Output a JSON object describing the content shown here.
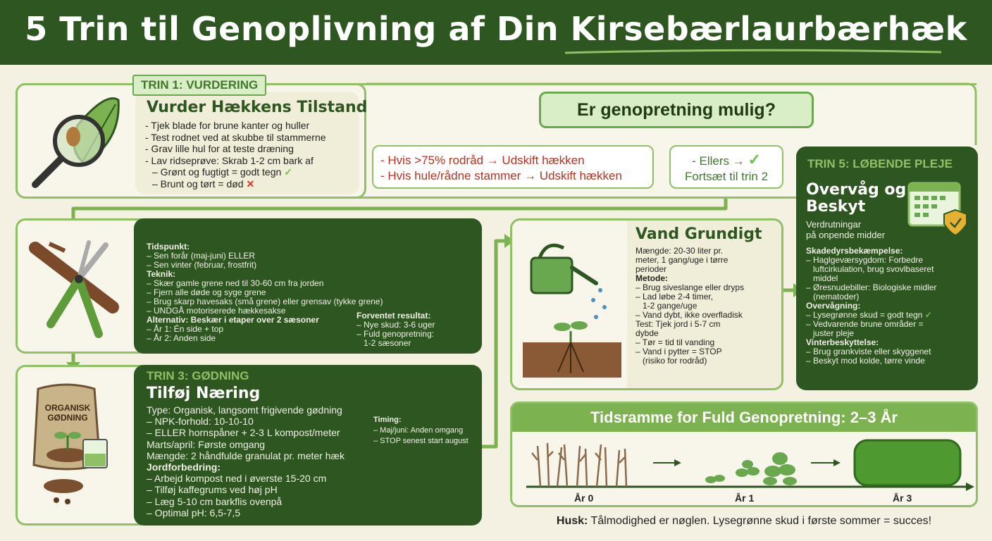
{
  "header": {
    "title": "5 Trin til Genoplivning af Din Kirsebærlaurbærhæk"
  },
  "step1": {
    "tag": "TRIN 1: VURDERING",
    "title": "Vurder Hækkens Tilstand",
    "lines": [
      "- Tjek blade for brune kanter og huller",
      "- Test rodnet ved at skubbe til stammerne",
      "- Grav lille hul for at teste dræning",
      "- Lav ridseprøve: Skrab 1-2 cm bark af"
    ],
    "good": "– Grønt og fugtigt = godt tegn",
    "bad": "– Brunt og tørt = død"
  },
  "decision": {
    "question": "Er genopretning mulig?",
    "replace1": "- Hvis >75% rodråd → Udskift hækken",
    "replace2": "- Hvis hule/rådne stammer → Udskift hækken",
    "else1": "- Ellers →",
    "else2": "Fortsæt til trin 2"
  },
  "step2": {
    "title": "Beskær Korrekt",
    "timing_h": "Tidspunkt:",
    "timing": [
      "– Sen forår (maj-juni) ELLER",
      "– Sen vinter (februar, frostfrit)"
    ],
    "tech_h": "Teknik:",
    "tech": [
      "– Skær gamle grene ned til 30-60 cm fra jorden",
      "– Fjern alle døde og syge grene",
      "– Brug skarp havesaks (små grene) eller grensav (tykke grene)",
      "– UNDGÅ motoriserede hækkesakse"
    ],
    "alt_h": "Alternativ: Beskær i etaper over 2 sæsoner",
    "alt": [
      "– År 1: Én side + top",
      "– År 2: Anden side"
    ],
    "res_h": "Forventet resultat:",
    "res": [
      "– Nye skud: 3-6 uger",
      "– Fuld genopretning:",
      "1-2 sæsoner"
    ]
  },
  "step3": {
    "tag": "TRIN 3: GØDNING",
    "title": "Tilføj Næring",
    "lines": [
      "Type: Organisk, langsomt frigivende gødning",
      "– NPK-forhold: 10-10-10",
      "– ELLER hornspåner + 2-3 L kompost/meter",
      "Marts/april: Første omgang",
      "Mængde: 2 håndfulde granulat pr. meter hæk",
      "Jordforbedring:",
      "– Arbejd kompost ned i øverste 15-20 cm",
      "– Tilføj kaffegrums ved høj pH",
      "– Læg 5-10 cm barkflis ovenpå",
      "– Optimal pH: 6,5-7,5"
    ],
    "timing_h": "Timing:",
    "timing": [
      "– Maj/juni: Anden omgang",
      "– STOP senest start august"
    ],
    "bag_label1": "ORGANISK",
    "bag_label2": "GØDNING"
  },
  "step4": {
    "title": "Vand Grundigt",
    "lines": [
      "Mængde: 20-30 liter pr.",
      "meter, 1 gang/uge i tørre",
      "perioder",
      "Metode:",
      "– Brug siveslange eller dryps",
      "– Lad løbe 2-4 timer,",
      "  1-2 gange/uge",
      "– Vand dybt, ikke overfladisk",
      "Test: Tjek jord i 5-7 cm",
      "dybde",
      "– Tør = tid til vanding",
      "– Vand i pytter = STOP",
      "  (risiko for rodråd)"
    ]
  },
  "step5": {
    "tag": "TRIN 5: LØBENDE PLEJE",
    "title1": "Overvåg og",
    "title2": "Beskyt",
    "sub": [
      "Verdrutningar",
      "på onpende midder"
    ],
    "pest_h": "Skadedyrsbekæmpelse:",
    "pest": [
      "– Haglgeværsygdom: Forbedre",
      "  luftcirkulation, brug svovlbaseret",
      "  middel",
      "– Øresnudebiller: Biologiske midler",
      "  (nematoder)"
    ],
    "mon_h": "Overvågning:",
    "mon": [
      "– Lysegrønne skud = godt tegn",
      "– Vedvarende brune områder =",
      "  juster pleje"
    ],
    "win_h": "Vinterbeskyttelse:",
    "win": [
      "– Brug grankviste eller skyggenet",
      "– Beskyt mod kolde, tørre vinde"
    ]
  },
  "timeline": {
    "title": "Tidsramme for Fuld Genopretning: 2–3 År",
    "years": [
      "År 0",
      "År 1",
      "År 3"
    ],
    "remember_b": "Husk:",
    "remember": " Tålmodighed er nøglen. Lysegrønne skud i første sommer = succes!"
  },
  "colors": {
    "dark_green": "#2e5620",
    "light_green": "#8fc066",
    "accent": "#6cc24a",
    "red": "#d6321f",
    "cream": "#f4f1e2"
  }
}
